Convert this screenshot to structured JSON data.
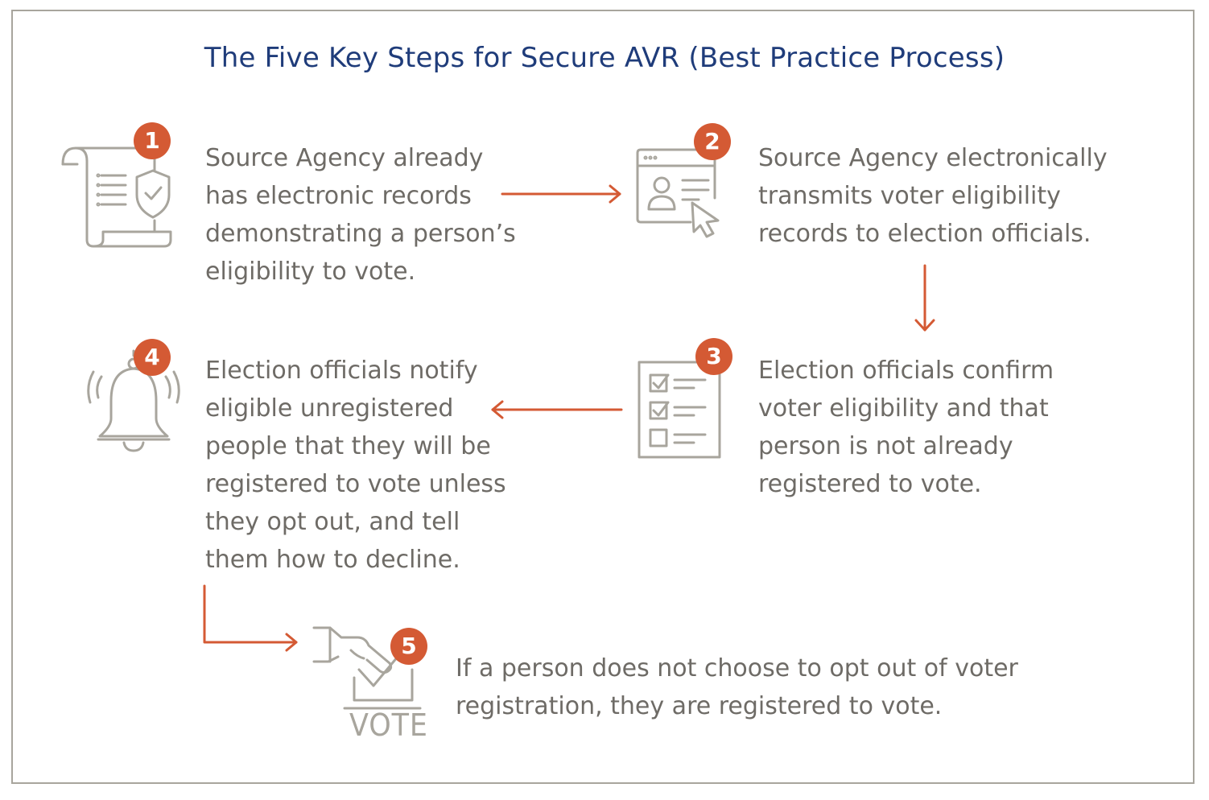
{
  "title": "The Five Key Steps for Secure AVR (Best Practice Process)",
  "colors": {
    "title": "#1f3c7a",
    "text": "#6e6b66",
    "icon": "#a8a59d",
    "badge": "#d45a34",
    "arrow": "#d45a34",
    "border": "#a8a59d"
  },
  "steps": [
    {
      "number": "1",
      "icon": "scroll-shield-icon",
      "text": "Source Agency already\nhas electronic records\ndemonstrating a person’s\neligibility to vote."
    },
    {
      "number": "2",
      "icon": "browser-profile-cursor-icon",
      "text": "Source Agency electronically\ntransmits voter eligibility\nrecords to election officials."
    },
    {
      "number": "3",
      "icon": "checklist-icon",
      "text": "Election officials confirm\nvoter eligibility and that\nperson is not already\nregistered to vote."
    },
    {
      "number": "4",
      "icon": "ringing-bell-icon",
      "text": "Election officials notify\neligible unregistered\npeople that they will be\nregistered to vote unless\nthey opt out, and tell\nthem how to decline."
    },
    {
      "number": "5",
      "icon": "ballot-box-icon",
      "text": "If a person does not choose to opt out of voter\nregistration, they are registered to vote.",
      "icon_label": "VOTE"
    }
  ]
}
